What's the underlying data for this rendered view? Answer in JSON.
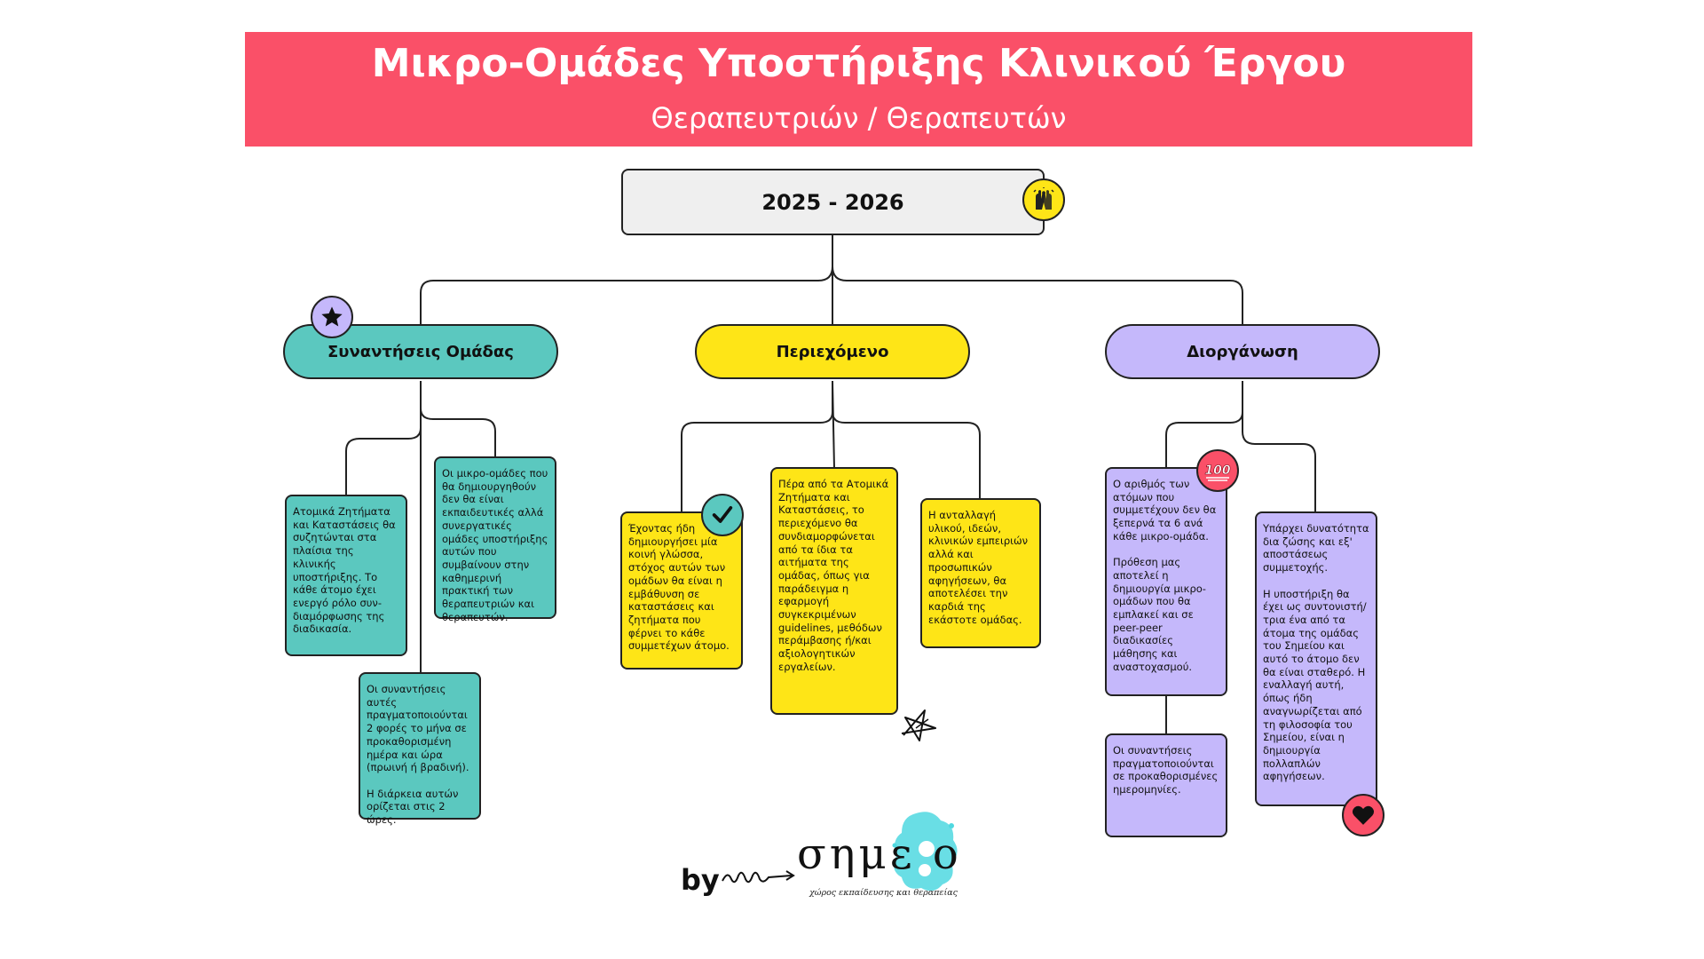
{
  "header": {
    "title": "Μικρο-Ομάδες Υποστήριξης Κλινικού Έργου",
    "subtitle": "Θεραπευτριών / Θεραπευτών"
  },
  "root": {
    "label": "2025 - 2026",
    "icon": "raised-hands-icon"
  },
  "branches": [
    {
      "label": "Συναντήσεις Ομάδας",
      "color": "#5bc8bf",
      "icon": "star-icon",
      "cards": [
        "Ατομικά Ζητήματα και Καταστάσεις θα συζητώνται στα πλαίσια της κλινικής υποστήριξης. Το κάθε άτομο έχει ενεργό ρόλο συν-διαμόρφωσης της διαδικασία.",
        "Οι μικρο-ομάδες που θα δημιουργηθούν δεν θα είναι εκπαιδευτικές αλλά συνεργατικές ομάδες υποστήριξης αυτών που συμβαίνουν στην καθημερινή πρακτική των θεραπευτριών και θεραπευτών.",
        "Οι συναντήσεις αυτές πραγματοποιούνται 2 φορές το μήνα σε προκαθορισμένη ημέρα και ώρα (πρωινή ή βραδινή).\n\nΗ διάρκεια αυτών ορίζεται στις 2 ώρες."
      ]
    },
    {
      "label": "Περιεχόμενο",
      "color": "#fee517",
      "cards": [
        "Έχοντας ήδη δημιουργήσει μία κοινή γλώσσα, στόχος αυτών των ομάδων θα είναι η εμβάθυνση σε καταστάσεις και ζητήματα που φέρνει το κάθε συμμετέχων άτομο.",
        "Πέρα από τα Ατομικά Ζητήματα και Καταστάσεις, το περιεχόμενο θα συνδιαμορφώνεται από τα ίδια τα αιτήματα της ομάδας, όπως για παράδειγμα η εφαρμογή συγκεκριμένων guidelines, μεθόδων περάμβασης ή/και αξιολογητικών εργαλείων.",
        "Η ανταλλαγή υλικού, ιδεών, κλινικών εμπειριών αλλά και προσωπικών αφηγήσεων, θα αποτελέσει την καρδιά της εκάστοτε ομάδας."
      ],
      "check_icon": "checkmark-icon",
      "doodle_icon": "scribbled-star-icon"
    },
    {
      "label": "Διοργάνωση",
      "color": "#c5b8fb",
      "cards": [
        "Ο αριθμός των ατόμων που συμμετέχουν δεν θα ξεπερνά τα 6 ανά κάθε μικρο-ομάδα.\n\nΠρόθεση μας αποτελεί η δημιουργία μικρο-ομάδων που θα εμπλακεί και σε peer-peer διαδικασίες μάθησης και αναστοχασμού.",
        "Οι συναντήσεις πραγματοποιούνται σε προκαθορισμένες ημερομηνίες.",
        "Υπάρχει δυνατότητα δια ζώσης και εξ' αποστάσεως συμμετοχής.\n\nΗ υποστήριξη θα έχει ως συντονιστή/τρια ένα από τα άτομα της ομάδας του Σημείου και αυτό το άτομο δεν θα είναι σταθερό. Η εναλλαγή αυτή, όπως ήδη αναγνωρίζεται από τη φιλοσοφία του Σημείου, είναι η δημιουργία πολλαπλών αφηγήσεων."
      ],
      "badge_icon": "hundred-points-icon",
      "heart_icon": "heart-icon"
    }
  ],
  "footer": {
    "by": "by",
    "logo_text": "σημε  ο",
    "logo_tagline": "χώρος εκπαίδευσης και θεραπείας"
  }
}
